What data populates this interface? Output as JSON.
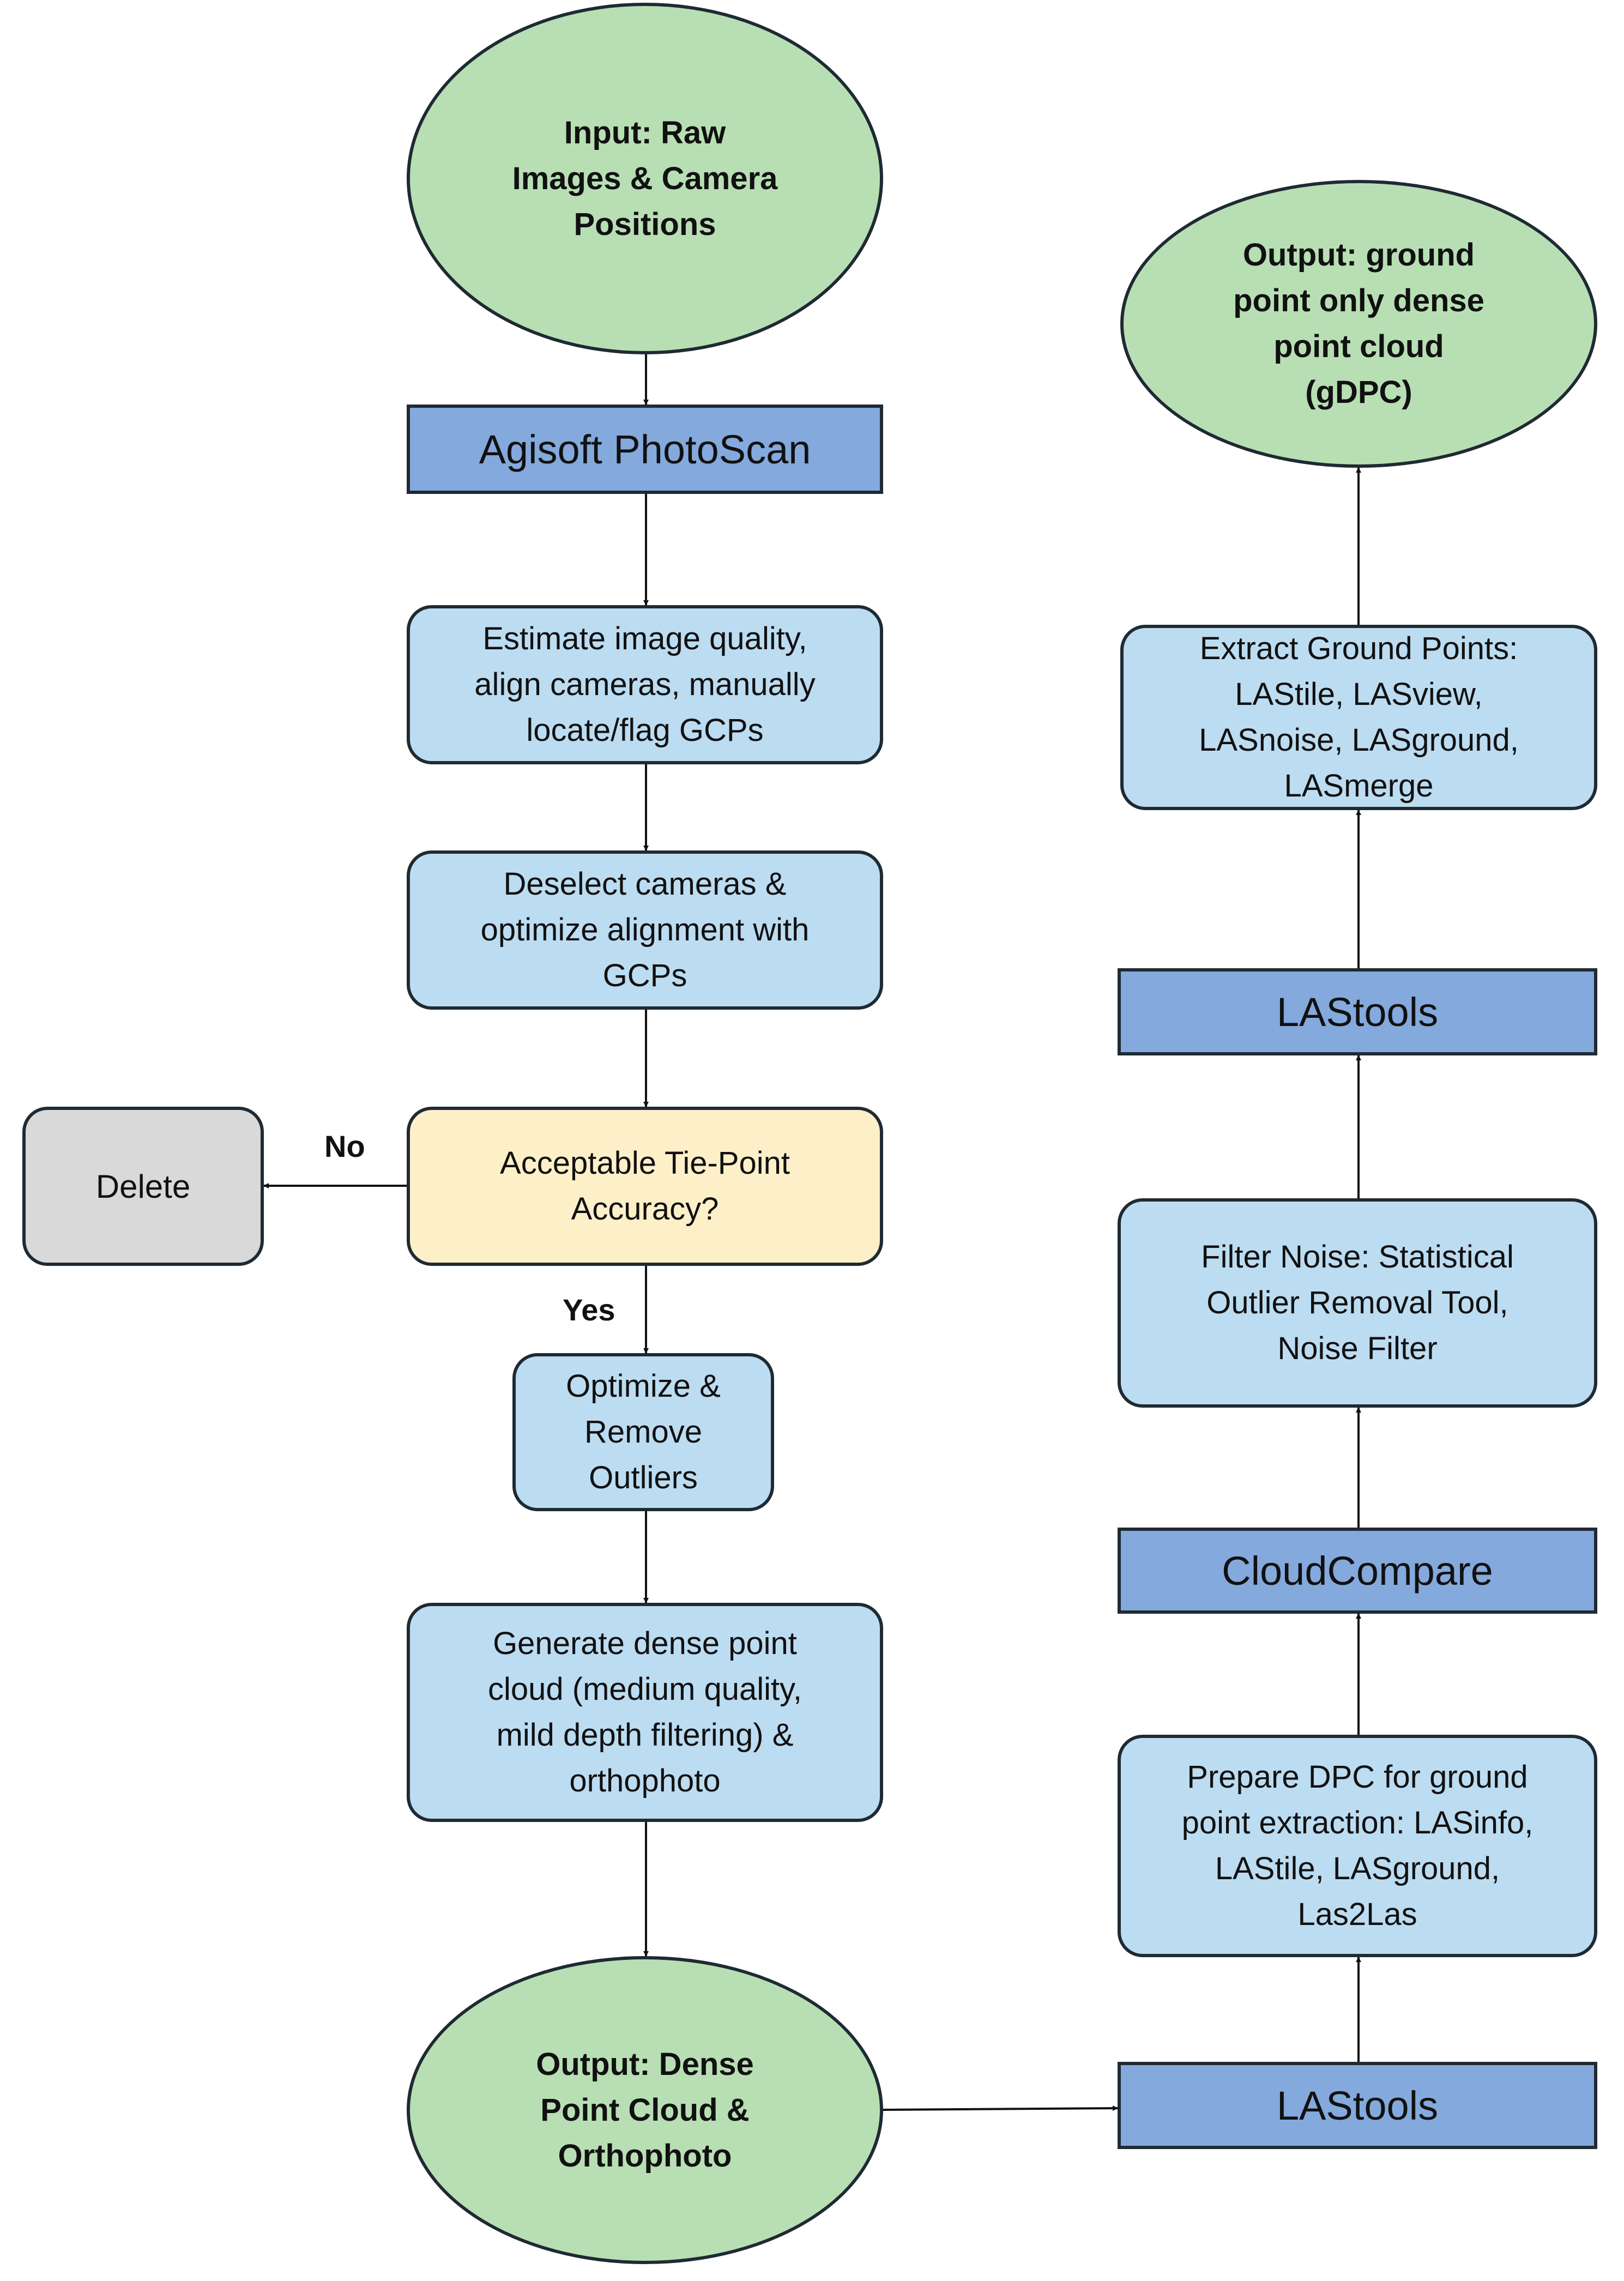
{
  "nodes": {
    "input": "Input: Raw\nImages & Camera\nPositions",
    "agisoft": "Agisoft PhotoScan",
    "estimate": "Estimate image quality,\nalign cameras, manually\nlocate/flag GCPs",
    "deselect": "Deselect cameras &\noptimize alignment with\nGCPs",
    "decision": "Acceptable Tie-Point\nAccuracy?",
    "delete": "Delete",
    "optimize": "Optimize &\nRemove\nOutliers",
    "generate": "Generate dense point\ncloud (medium quality,\nmild depth filtering) &\northophoto",
    "output_dense": "Output: Dense\nPoint Cloud &\nOrthophoto",
    "lastools_bottom": "LAStools",
    "prepare": "Prepare DPC for ground\npoint extraction: LASinfo,\nLAStile, LASground,\nLas2Las",
    "cloudcompare": "CloudCompare",
    "filter": "Filter Noise: Statistical\nOutlier Removal Tool,\nNoise Filter",
    "lastools_top": "LAStools",
    "extract": "Extract Ground Points:\nLAStile, LASview,\nLASnoise, LASground,\nLASmerge",
    "output_gdpc": "Output: ground\npoint only dense\npoint cloud\n(gDPC)"
  },
  "labels": {
    "no": "No",
    "yes": "Yes"
  },
  "colors": {
    "terminal": "#b8dfb4",
    "tool": "#84a9dc",
    "step": "#bcdcf1",
    "decision": "#fdf0c9",
    "delete": "#d9d9d9",
    "stroke": "#1f2a33"
  }
}
